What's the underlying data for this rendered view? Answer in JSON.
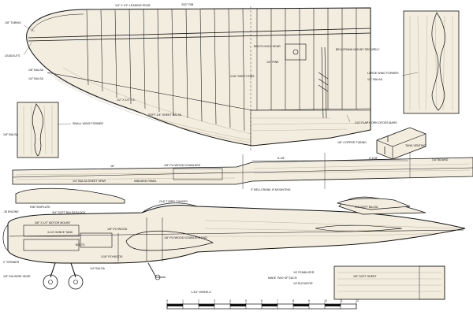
{
  "colors": {
    "ink": "#111111",
    "wood": "#f3ede0",
    "grain": "#a89c84",
    "paper": "#ffffff"
  },
  "wing": {
    "leading_edge": "1/4\" X 1/2\" LEADING EDGE",
    "rib": "3/32\" RIB",
    "tubing": "1/8\" TUBING",
    "leadouts": "LEADOUTS",
    "balsa_1_8": "1/8\" BALSA",
    "balsa_1_4": "1/4\" BALSA",
    "bolts_hold_gear": "BOLTS HOLD GEAR",
    "bellcrank_mount": "BELLCRANK MOUNT SECURELY",
    "pine": "1/2\" PINE",
    "sheet_ribs": "1/16\" SHEET RIBS",
    "te": "1/2\" X 1/2\" T.E.",
    "soft_sheet": "SOFT 1/4\" SHEET BALSA",
    "flap_horn": "CUT FLAP HORN CROSS-BARS"
  },
  "formers": {
    "large": "LARGE WING FORMER",
    "large_balsa": "1/4\" BALSA",
    "small": "SMALL WING FORMER",
    "small_balsa": "1/8\" BALSA"
  },
  "tank": {
    "copper": "1/8\" COPPER TUBING",
    "venting": "TANK VENTING"
  },
  "spar": {
    "doublers": "1/8\" PLYWOOD DOUBLERS",
    "sheet_spar": "1/4\" BALSA SHEET SPAR",
    "inboard": "INBOARD PANEL",
    "outboard": "OUTBOARD",
    "dim_a": "8-1/8\"",
    "dim_b": "5-1/16\"",
    "dim_c": "16\"",
    "bellcrank": "3\" BELLCRANK IS MOUNTING"
  },
  "fuselage": {
    "rib_template": "RIB TEMPLATE",
    "engine": ".35 ENGINE",
    "spinner": "2\" SPINNER",
    "canopy": "OLD T-BIRD CANOPY",
    "block": "3/4\" SOFT BALSA BLOCK",
    "motor_mount": "3/8\" X 1/2\" MOTOR MOUNT",
    "tank": "3-1/2 OUNCE TANK",
    "plywood": "1/8\" PLYWOOD",
    "doublers_end": "1/8\" PLYWOOD DOUBLERS END",
    "bolts": "BOLTS",
    "ply_1_16": "1/16\" PLYWOOD",
    "balsa_1_4": "1/4\" BALSA",
    "wire_gear": "1/8\" DIA WIRE GEAR",
    "wheels": "1-3/4\" WHEELS"
  },
  "tail": {
    "soft_balsa": "1/4\" SOFT BALSA",
    "soft_sheet": "1/8\" SOFT SHEET",
    "make_two": "MAKE TWO OF EACH",
    "stabilizer": "1/2 STABILIZER",
    "elevator": "1/2 ELEVATOR"
  },
  "scale_ticks": [
    "0",
    "1",
    "2",
    "3",
    "4",
    "5",
    "6",
    "7",
    "8",
    "9",
    "10",
    "11",
    "12"
  ]
}
